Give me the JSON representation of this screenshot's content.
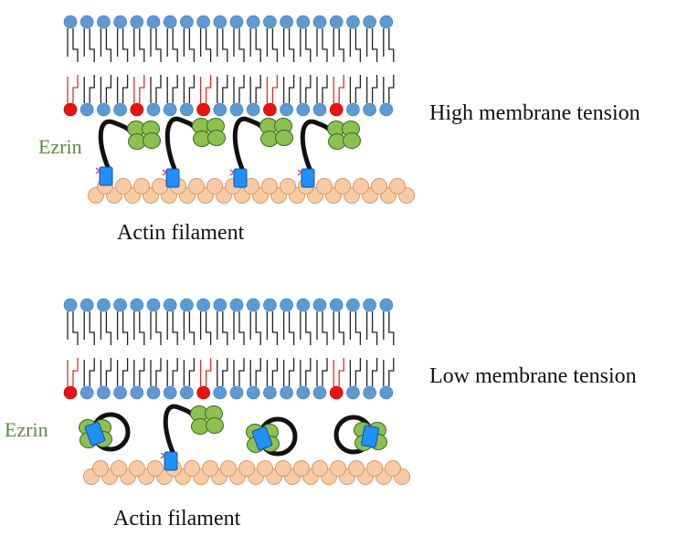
{
  "panels": {
    "high": {
      "condition_label": "High membrane tension",
      "ezrin_label": "Ezrin",
      "actin_label": "Actin filament",
      "ezrin_states": [
        "open",
        "open",
        "open",
        "open"
      ]
    },
    "low": {
      "condition_label": "Low membrane tension",
      "ezrin_label": "Ezrin",
      "actin_label": "Actin filament",
      "ezrin_states": [
        "closed",
        "open",
        "closed",
        "closed"
      ]
    }
  },
  "colors": {
    "lipid_head": "#5b9bd5",
    "pip2_head": "#ee1111",
    "pip2_tail": "#e0302a",
    "lipid_tail": "#222222",
    "ferm_domain": "#1e90ff",
    "ferm_outline": "#1a4f99",
    "cterm_domain": "#8cc152",
    "cterm_outline": "#3b6b1c",
    "actin_bead": "#f8cba6",
    "actin_outline": "#d49b6b",
    "linker": "#111111",
    "phospho_mark": "#cc3366",
    "ezrin_text": "#5a8a3a"
  }
}
